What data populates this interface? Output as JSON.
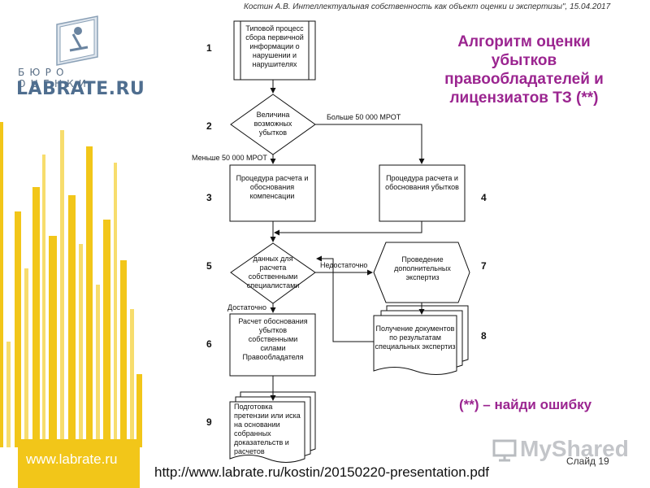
{
  "header": {
    "citation": "Костин А.В. Интеллектуальная собственность как объект оценки и экспертизы\", 15.04.2017"
  },
  "sidebar": {
    "logo_sub": "БЮРО ОЦЕНКИ",
    "logo_main": "LABRATE.RU",
    "site_url": "www.labrate.ru",
    "accent_color": "#f2c619",
    "brand_color": "#4f6e8f"
  },
  "title": {
    "line1": "Алгоритм оценки",
    "line2": "убытков",
    "line3": "правообладателей и",
    "line4": "лицензиатов ТЗ (**)",
    "color": "#9b2590"
  },
  "hint": "(**) – найди ошибку",
  "flowchart": {
    "step_numbers": [
      "1",
      "2",
      "3",
      "4",
      "5",
      "6",
      "7",
      "8",
      "9"
    ],
    "nodes": {
      "n1": {
        "lines": [
          "Типовой процесс",
          "сбора первичной",
          "информации о",
          "нарушении и",
          "нарушителях"
        ]
      },
      "n2": {
        "lines": [
          "Величина",
          "возможных",
          "убытков"
        ]
      },
      "n3": {
        "lines": [
          "Процедура расчета и",
          "обоснования",
          "компенсации"
        ]
      },
      "n4": {
        "lines": [
          "Процедура расчета и",
          "обоснования убытков"
        ]
      },
      "n5": {
        "lines": [
          "данных для",
          "расчета",
          "собственными",
          "специалистами"
        ]
      },
      "n6": {
        "lines": [
          "Расчет обоснования",
          "убытков",
          "собственными",
          "силами",
          "Правообладателя"
        ]
      },
      "n7": {
        "lines": [
          "Проведение",
          "дополнительных",
          "экспертиз"
        ]
      },
      "n8": {
        "lines": [
          "Получение документов",
          "по результатам",
          "специальных экспертиз"
        ]
      },
      "n9": {
        "lines": [
          "Подготовка",
          "претензии или иска",
          "на основании",
          "собранных",
          "доказательств и",
          "расчетов"
        ]
      }
    },
    "edge_labels": {
      "more": "Больше 50 000 МРОТ",
      "less": "Меньше 50 000 МРОТ",
      "insufficient": "Недостаточно",
      "sufficient": "Достаточно"
    }
  },
  "footer": {
    "slide_number": "Слайд 19",
    "presentation_url": "http://www.labrate.ru/kostin/20150220-presentation.pdf",
    "watermark": "MyShared"
  }
}
